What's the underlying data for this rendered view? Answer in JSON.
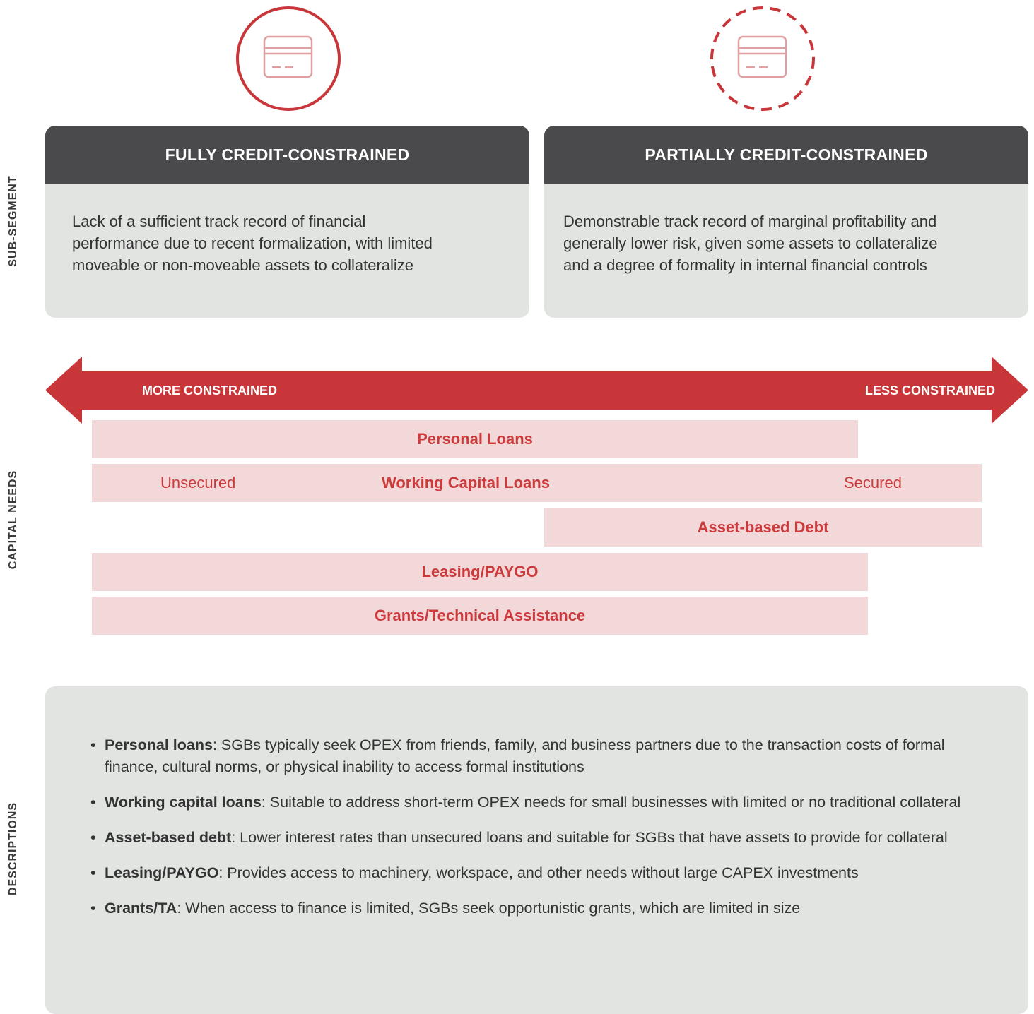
{
  "side_labels": {
    "sub_segment": "SUB-SEGMENT",
    "capital_needs": "CAPITAL NEEDS",
    "descriptions": "DESCRIPTIONS"
  },
  "colors": {
    "accent": "#c8363a",
    "dark_header": "#4a4a4c",
    "panel": "#e1e4e1",
    "bar": "#f3d8d9"
  },
  "icons": {
    "left": "credit-card-icon",
    "right": "credit-card-icon"
  },
  "segments": [
    {
      "title": "FULLY CREDIT-CONSTRAINED",
      "lines": [
        "Lack of a sufficient track record of financial",
        "performance due to recent formalization, with limited",
        "moveable or non-moveable assets to collateralize"
      ]
    },
    {
      "title": "PARTIALLY CREDIT-CONSTRAINED",
      "lines": [
        "Demonstrable track record of marginal profitability and",
        "generally lower risk, given some assets to collateralize",
        "and a degree of formality in internal financial controls"
      ]
    }
  ],
  "arrow": {
    "left_label": "MORE CONSTRAINED",
    "right_label": "LESS CONSTRAINED"
  },
  "capital_needs": {
    "personal_loans": "Personal Loans",
    "working_capital": {
      "label": "Working Capital Loans",
      "left": "Unsecured",
      "right": "Secured"
    },
    "asset_based_debt": "Asset-based Debt",
    "leasing": "Leasing/PAYGO",
    "grants": "Grants/Technical Assistance"
  },
  "descriptions": [
    {
      "term": "Personal loans",
      "text": ": SGBs typically seek OPEX from friends, family, and business partners due to the transaction costs of formal finance, cultural norms, or physical inability to access formal institutions"
    },
    {
      "term": "Working capital loans",
      "text": ": Suitable to address short-term OPEX needs for small businesses with limited or no traditional collateral"
    },
    {
      "term": "Asset-based debt",
      "text": ": Lower interest rates than unsecured loans and suitable for SGBs that have assets to provide for collateral"
    },
    {
      "term": "Leasing/PAYGO",
      "text": ": Provides access to machinery, workspace, and other needs without large CAPEX investments"
    },
    {
      "term": "Grants/TA",
      "text": ": When access to finance is limited, SGBs seek opportunistic grants, which are limited in size"
    }
  ]
}
